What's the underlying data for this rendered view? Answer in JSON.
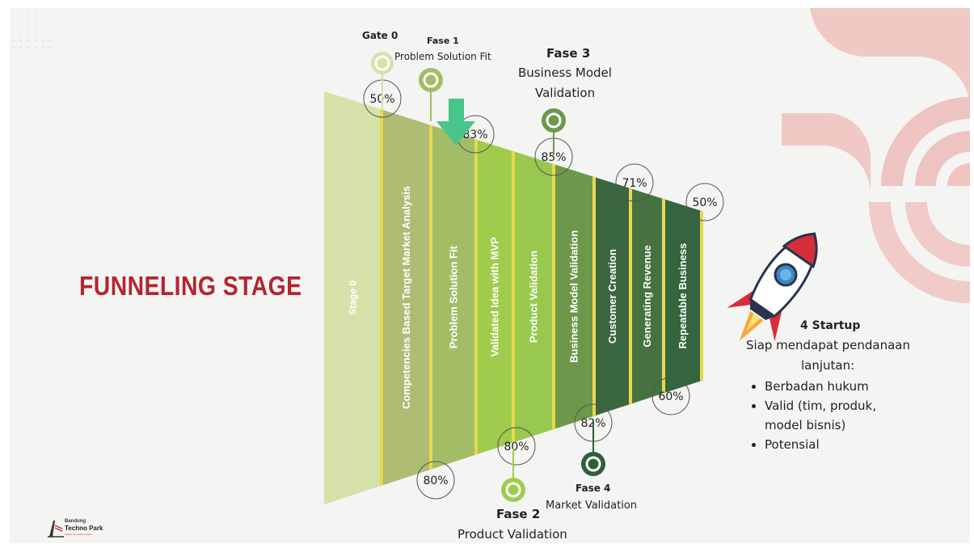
{
  "title": "FUNNELING STAGE",
  "stages": [
    {
      "label": "Stage 0",
      "color": "#d6e2a9"
    },
    {
      "label": "Competencies Based Target Market Analysis",
      "color": "#aebc74"
    },
    {
      "label": "Problem Solution Fit",
      "color": "#a3bd67"
    },
    {
      "label": "Validated Idea with MVP",
      "color": "#9fcc4c"
    },
    {
      "label": "Product Validation",
      "color": "#98c84e"
    },
    {
      "label": "Business Model Validation",
      "color": "#6d974a"
    },
    {
      "label": "Customer Creation",
      "color": "#3a6640"
    },
    {
      "label": "Generating Revenue",
      "color": "#46723f"
    },
    {
      "label": "Repeatable Business",
      "color": "#35653e"
    }
  ],
  "top_percentages": [
    "50%",
    "83%",
    "85%",
    "71%",
    "50%"
  ],
  "bottom_percentages": [
    "80%",
    "80%",
    "82%",
    "60%"
  ],
  "phases": {
    "gate0": {
      "title": "Gate 0"
    },
    "fase1": {
      "title": "Fase 1",
      "subtitle": "Problem Solution Fit"
    },
    "fase2": {
      "title": "Fase 2",
      "subtitle": "Product Validation"
    },
    "fase3": {
      "title": "Fase 3",
      "subtitle_line1": "Business Model",
      "subtitle_line2": "Validation"
    },
    "fase4": {
      "title": "Fase 4",
      "subtitle": "Market Validation"
    }
  },
  "result": {
    "title": "4 Startup",
    "line1": "Siap mendapat pendanaan",
    "line2": "lanjutan:",
    "bullets": [
      "Berbadan hukum",
      "Valid (tim,  produk,",
      "model bisnis)",
      "Potensial"
    ]
  },
  "logo": {
    "line1": "Bandung",
    "line2": "Techno Park",
    "line3": "Inspire Innovation Impact"
  },
  "colors": {
    "title": "#b32630",
    "divider": "#e8d84f",
    "arrow": "#47c58a",
    "deco": "#efc3bf"
  }
}
